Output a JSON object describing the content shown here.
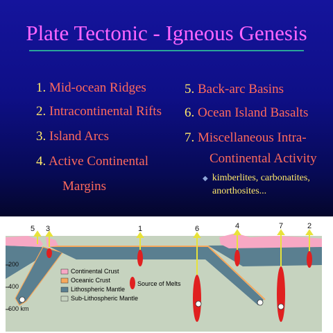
{
  "title": "Plate Tectonic - Igneous Genesis",
  "left_list": [
    {
      "num": "1.",
      "text": "Mid-ocean Ridges"
    },
    {
      "num": "2.",
      "text": "Intracontinental Rifts"
    },
    {
      "num": "3.",
      "text": "Island Arcs"
    },
    {
      "num": "4.",
      "text": "Active Continental"
    },
    {
      "num": "",
      "text": "Margins"
    }
  ],
  "right_list": [
    {
      "num": "5.",
      "text": "Back-arc Basins"
    },
    {
      "num": "6.",
      "text": "Ocean Island Basalts"
    },
    {
      "num": "7.",
      "text": "Miscellaneous Intra-"
    },
    {
      "num": "",
      "text": "Continental Activity"
    }
  ],
  "sub_bullet": {
    "line1": "kimberlites, carbonatites,",
    "line2": "anorthosites..."
  },
  "diagram": {
    "site_numbers": [
      "5",
      "3",
      "1",
      "6",
      "4",
      "7",
      "2"
    ],
    "depths": [
      "200",
      "400",
      "600 km"
    ],
    "legend": {
      "continental_crust": "Continental Crust",
      "oceanic_crust": "Oceanic Crust",
      "lithospheric_mantle": "Lithospheric Mantle",
      "sub_lithospheric_mantle": "Sub-Lithospheric Mantle",
      "source_of_melts": "Source of Melts"
    },
    "colors": {
      "continental_crust": "#f7a8c4",
      "oceanic_crust": "#f6a85c",
      "lithospheric_mantle": "#5a7f90",
      "sub_lithospheric_mantle": "#c6d3bf",
      "melt": "#e02020"
    }
  }
}
